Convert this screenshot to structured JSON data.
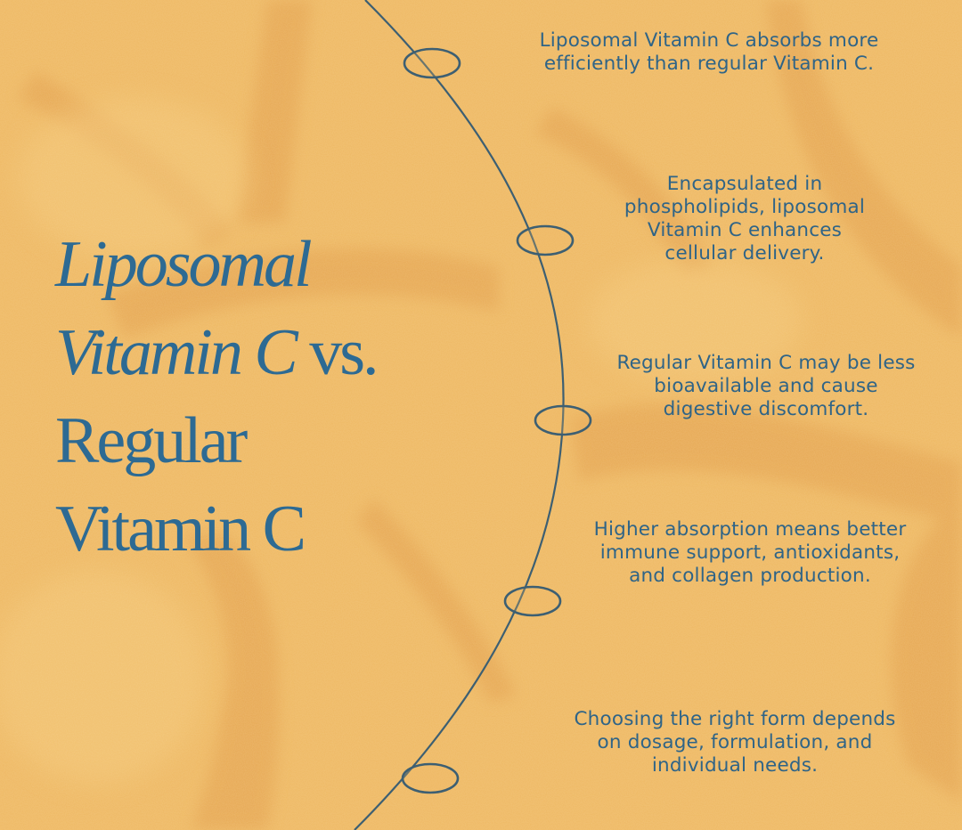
{
  "title": {
    "line1": "Liposomal",
    "line2_italic": "Vitamin C",
    "line2_suffix": " vs.",
    "line3": "Regular",
    "line4": "Vitamin C"
  },
  "timeline_points": [
    {
      "text": "Liposomal Vitamin C absorbs more efficiently than regular Vitamin C."
    },
    {
      "text": "Encapsulated in phospholipids, liposomal Vitamin C enhances cellular delivery."
    },
    {
      "text": "Regular Vitamin C may be less bioavailable and cause digestive discomfort."
    },
    {
      "text": "Higher absorption means better immune support, antioxidants, and collagen production."
    },
    {
      "text": "Choosing the right form depends on dosage, formulation, and individual needs."
    }
  ],
  "colors": {
    "background": "#eeb862",
    "background_shadow": "#e3a04c",
    "title_text": "#2d6a93",
    "body_text": "#2f6487",
    "arc_stroke": "#3d5f72"
  }
}
